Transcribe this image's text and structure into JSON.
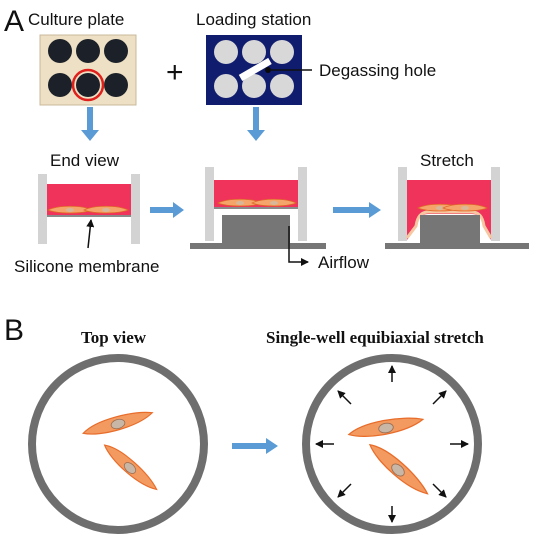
{
  "panel_a": {
    "letter": "A",
    "culture_plate_label": "Culture plate",
    "loading_station_label": "Loading station",
    "plus_sign": "+",
    "degassing_hole_label": "Degassing hole",
    "end_view_label": "End view",
    "stretch_label": "Stretch",
    "silicone_membrane_label": "Silicone membrane",
    "airflow_label": "Airflow"
  },
  "panel_b": {
    "letter": "B",
    "top_view_label": "Top view",
    "single_well_label": "Single-well equibiaxial stretch"
  },
  "colors": {
    "medium_pink": "#f0335a",
    "arrow_blue": "#5b9bd5",
    "wall_gray": "#d3d3d3",
    "base_gray": "#767676",
    "ring_gray": "#6e6e6e",
    "cell_orange": "#f28a4a",
    "highlight_red": "#e0201c",
    "plate_bg": "#eee0c4",
    "station_bg": "#101c6e"
  },
  "icons": [
    "well-plate-photo",
    "loading-station-photo",
    "cell-shape",
    "down-arrow",
    "right-arrow",
    "radial-arrow"
  ]
}
